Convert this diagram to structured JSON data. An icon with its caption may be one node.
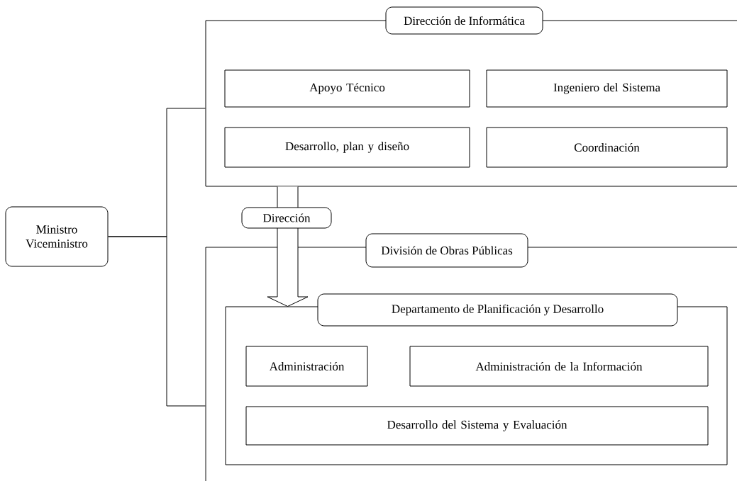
{
  "diagram": {
    "nodes": [
      {
        "text": [
          "Ministro Viceministro"
        ]
      },
      {
        "text": [
          "Dirección de Informática"
        ]
      },
      {
        "text": [
          "Apoyo Técnico"
        ],
        "in": 1
      },
      {
        "text": [
          "Ingeniero del Sistema"
        ],
        "in": 1
      },
      {
        "text": [
          "Desarrollo, plan y diseño"
        ],
        "in": 1
      },
      {
        "text": [
          "Coordinación"
        ],
        "in": 1
      },
      {
        "text": [
          "División de Obras Públicas"
        ]
      },
      {
        "text": [
          "Departamento de Planificación y Desarrollo"
        ],
        "in": 6
      },
      {
        "text": [
          "Administración"
        ],
        "in": 7
      },
      {
        "text": [
          "Administración de la Información"
        ],
        "in": 7
      },
      {
        "text": [
          "Desarrollo del Sistema y Evaluación"
        ],
        "in": 7
      }
    ],
    "edges": [
      {
        "from": 0,
        "to": 1,
        "arrow": "none"
      },
      {
        "from": 0,
        "to": 6,
        "arrow": "none"
      },
      {
        "from": 1,
        "to": 7,
        "arrow": "to",
        "label": "Dirección",
        "style": "thick"
      }
    ]
  }
}
